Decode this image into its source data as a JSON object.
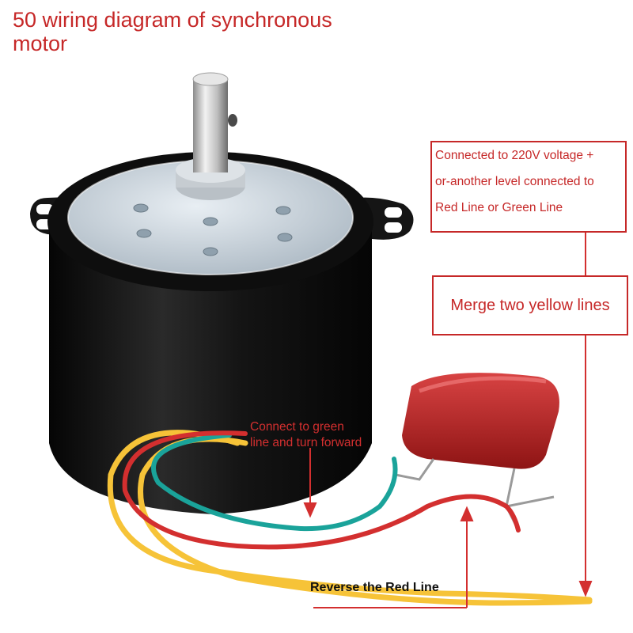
{
  "title": {
    "line1": "50 wiring diagram of synchronous",
    "line2": "motor"
  },
  "callouts": {
    "voltage": {
      "line1": "Connected to 220V voltage +",
      "line2": "or-another level connected to",
      "line3": "Red Line or Green Line"
    },
    "yellow": "Merge two yellow lines",
    "green": {
      "line1": "Connect to green",
      "line2": "line and turn forward"
    },
    "red": "Reverse the Red Line"
  },
  "colors": {
    "annotation": "#c62828",
    "wire_red": "#d32f2f",
    "wire_green": "#1aa39a",
    "wire_yellow": "#f6c338",
    "capacitor": "#b71c1c",
    "motor_body": "#111111",
    "motor_face": "#c9d3dc"
  }
}
